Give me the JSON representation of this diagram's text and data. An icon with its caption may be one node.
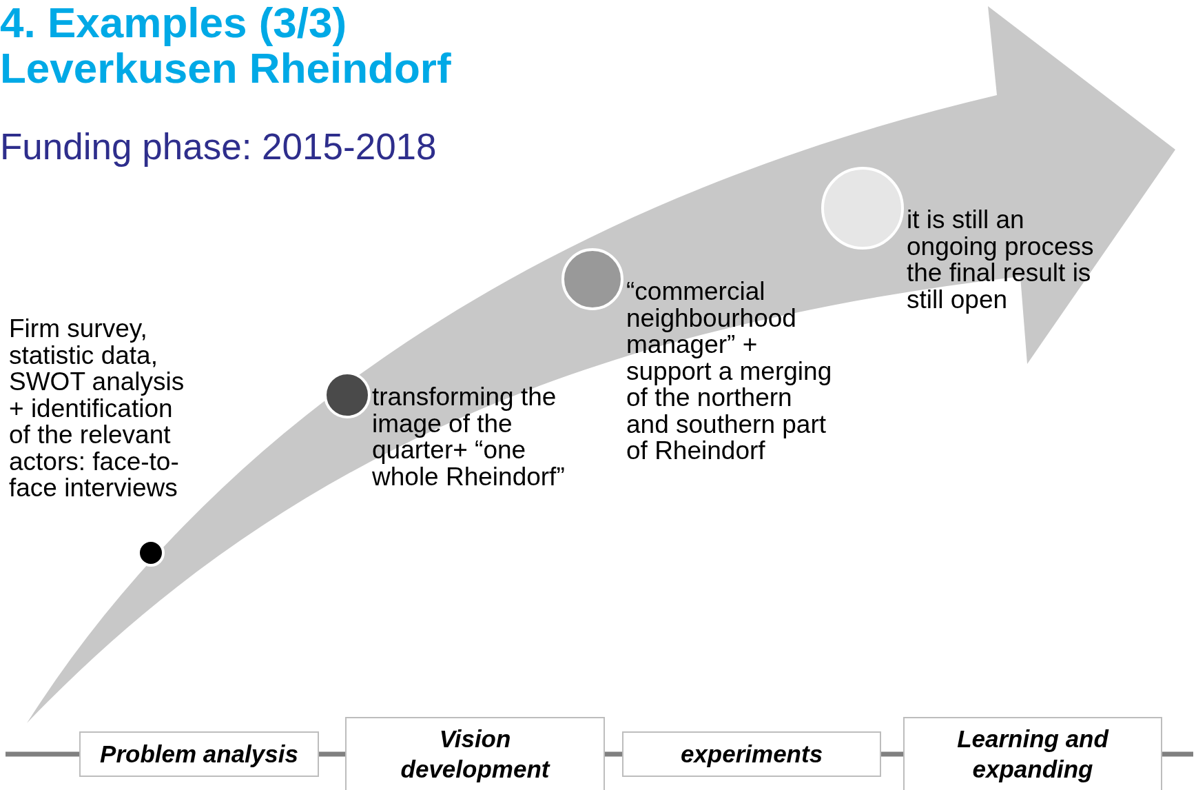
{
  "diagram": {
    "title": "4. Examples (3/3) Leverkusen Rheindorf",
    "nodes": [
      {
        "text": [],
        "shape": "circle",
        "beside": [
          "Firm survey, statistic data, SWOT analysis + identification of the relevant actors: face-to-face interviews"
        ]
      },
      {
        "text": [],
        "shape": "circle",
        "beside": [
          "transforming the image of the quarter+ “one whole Rheindorf”"
        ]
      },
      {
        "text": [],
        "shape": "circle",
        "beside": [
          "“commercial neighbourhood manager” + support a merging of the northern and southern part of Rheindorf"
        ]
      },
      {
        "text": [],
        "shape": "circle",
        "beside": [
          "it is still an ongoing process the final result is still open"
        ]
      },
      {
        "text": [
          "Problem analysis"
        ]
      },
      {
        "text": [
          "Vision development"
        ]
      },
      {
        "text": [
          "experiments"
        ]
      },
      {
        "text": [
          "Learning and expanding"
        ]
      }
    ],
    "edges": [
      {
        "from": null,
        "to": 4,
        "arrow": "none"
      },
      {
        "from": 4,
        "to": 5,
        "arrow": "none"
      },
      {
        "from": 5,
        "to": 6,
        "arrow": "none"
      },
      {
        "from": 6,
        "to": 7,
        "arrow": "none"
      },
      {
        "from": 7,
        "to": null,
        "arrow": "none"
      }
    ],
    "labels": [
      "Funding phase: 2015-2018"
    ]
  }
}
